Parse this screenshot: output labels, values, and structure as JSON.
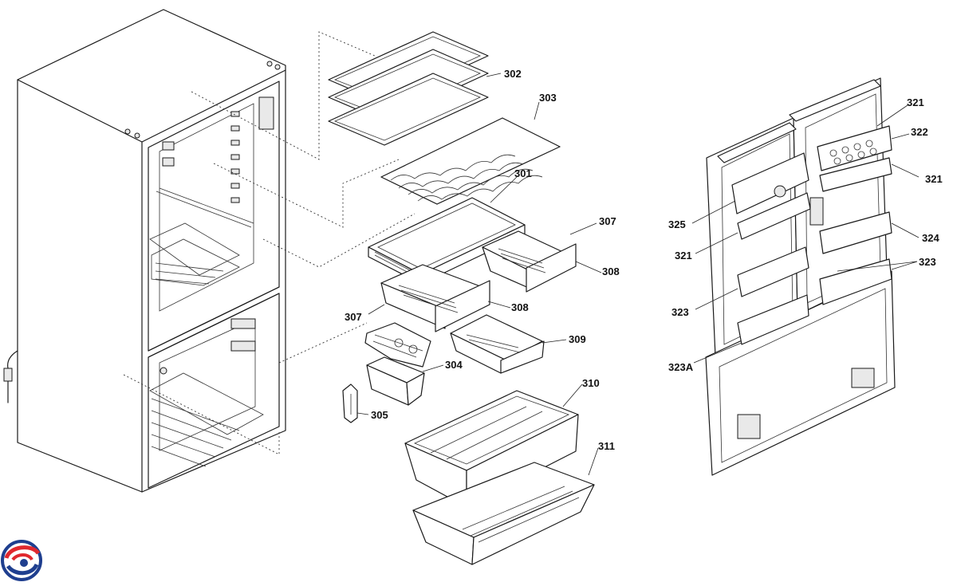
{
  "diagram": {
    "part_labels": {
      "p301": "301",
      "p302": "302",
      "p303": "303",
      "p304": "304",
      "p305": "305",
      "p307a": "307",
      "p307b": "307",
      "p308a": "308",
      "p308b": "308",
      "p309": "309",
      "p310": "310",
      "p311": "311",
      "p321a": "321",
      "p321b": "321",
      "p321c": "321",
      "p322": "322",
      "p323a": "323",
      "p323b": "323",
      "p323A": "323A",
      "p324": "324",
      "p325": "325"
    },
    "logo": {
      "colors": {
        "red": "#e0282e",
        "blue": "#1f3f8f"
      }
    }
  }
}
